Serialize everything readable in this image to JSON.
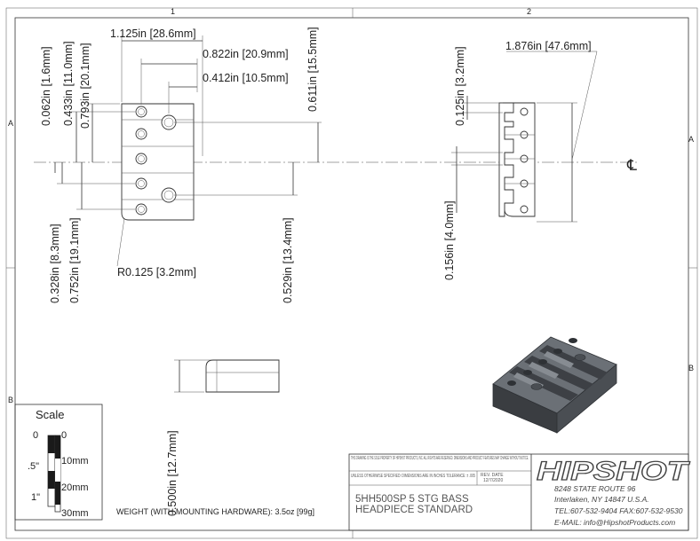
{
  "zones": {
    "top": [
      "1",
      "2"
    ],
    "side": [
      "A",
      "B"
    ]
  },
  "dimensions": {
    "d1": "1.125in [28.6mm]",
    "d2": "0.822in [20.9mm]",
    "d3": "0.412in [10.5mm]",
    "d4": "0.611in [15.5mm]",
    "d5": "0.062in [1.6mm]",
    "d6": "0.433in [11.0mm]",
    "d7": "0.793in [20.1mm]",
    "d8": "0.328in [8.3mm]",
    "d9": "0.752in [19.1mm]",
    "d10": "0.529in [13.4mm]",
    "radius": "R0.125 [3.2mm]",
    "d11": "1.876in [47.6mm]",
    "d12": "0.125in [3.2mm]",
    "d13": "0.156in [4.0mm]",
    "d14": "0.500in [12.7mm]"
  },
  "centerline_symbol": "℄",
  "scale": {
    "title": "Scale",
    "inch_labels": [
      "0",
      ".5\"",
      "1\""
    ],
    "mm_labels": [
      "0",
      "10mm",
      "20mm",
      "30mm"
    ]
  },
  "weight": "WEIGHT (WITH MOUNTING HARDWARE): 3.5oz [99g]",
  "title_block": {
    "notice": "THIS DRAWING IS THE SOLE PROPERTY OF HIPSHOT PRODUCTS, INC. ALL RIGHTS ARE RESERVED. DIMENSIONS AND PRODUCT FEATURES MAY CHANGE WITHOUT NOTICE.",
    "tolerance": "UNLESS OTHERWISE SPECIFIED: DIMENSIONS ARE IN INCHES TOLERANCE: ± .005",
    "rev_label": "REV. DATE",
    "rev_date": "12/7/2020",
    "part_line1": "5HH500SP 5 STG BASS",
    "part_line2": "HEADPIECE STANDARD",
    "logo": "HIPSHOT",
    "address1": "8248 STATE ROUTE 96",
    "address2": "Interlaken, NY 14847 U.S.A.",
    "phone": "TEL:607-532-9404 FAX:607-532-9530",
    "email": "E-MAIL: info@HipshotProducts.com"
  },
  "colors": {
    "line": "#333333",
    "part_shade": "#5d6166",
    "part_dark": "#3a3d41"
  }
}
